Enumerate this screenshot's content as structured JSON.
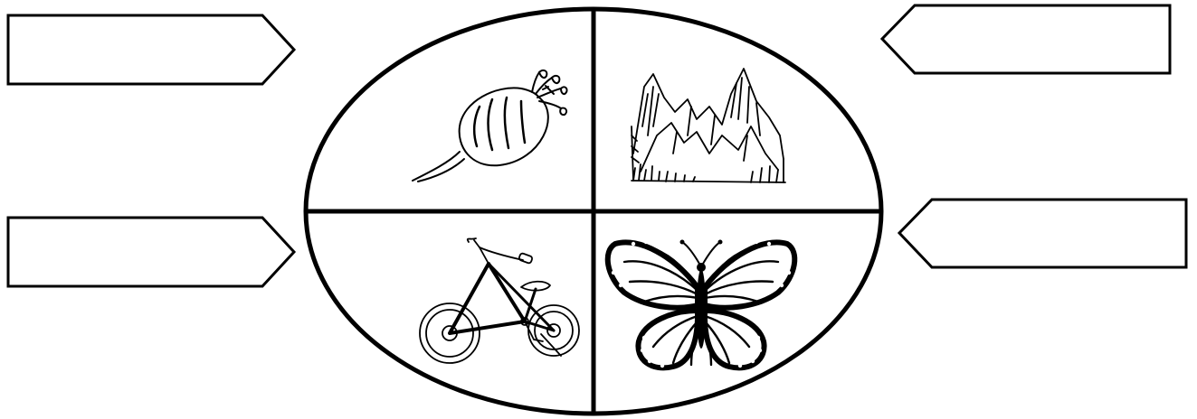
{
  "worksheet": {
    "quadrants": [
      {
        "id": "top-left",
        "picture": "beet-icon"
      },
      {
        "id": "top-right",
        "picture": "mountains-icon"
      },
      {
        "id": "bottom-left",
        "picture": "bicycle-icon"
      },
      {
        "id": "bottom-right",
        "picture": "butterfly-icon"
      }
    ],
    "label_boxes": {
      "top_left": "",
      "bottom_left": "",
      "top_right": "",
      "bottom_right": ""
    },
    "line_color": "#000000",
    "background_color": "#ffffff"
  }
}
